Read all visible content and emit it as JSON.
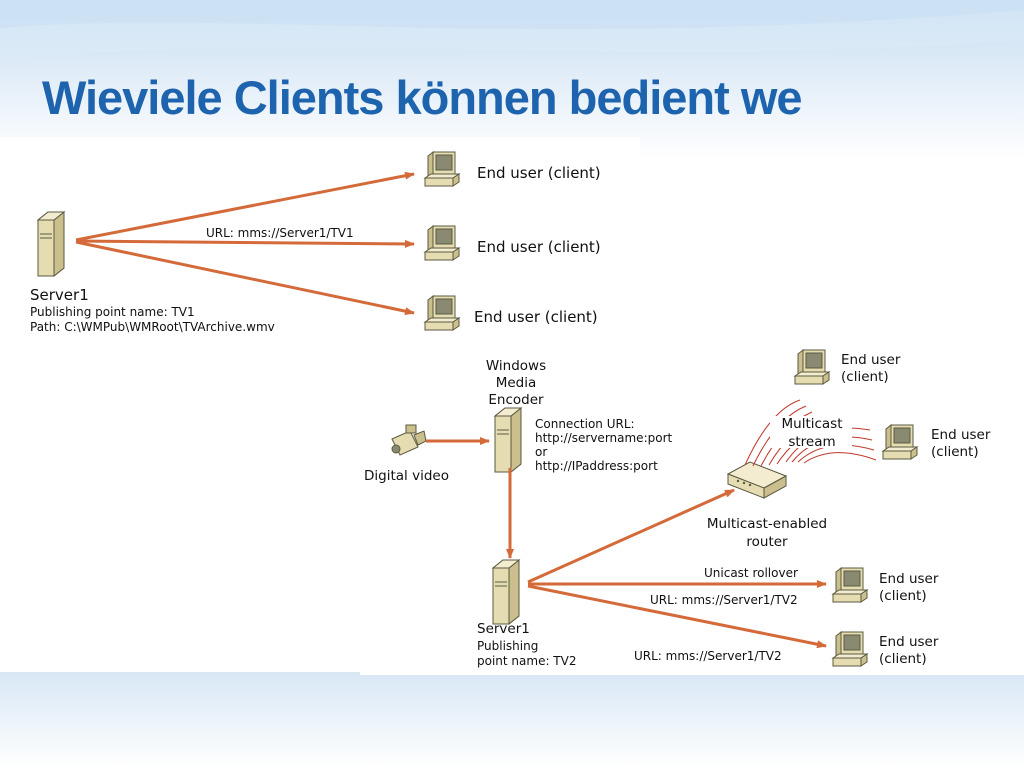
{
  "slide": {
    "title": "Wieviele Clients können bedient werden?"
  },
  "top_diagram": {
    "server_label": "Server1",
    "server_pub": "Publishing point name: TV1",
    "server_path": "Path: C:\\WMPub\\WMRoot\\TVArchive.wmv",
    "url_label": "URL: mms://Server1/TV1",
    "client_label": "End user (client)"
  },
  "bottom_diagram": {
    "encoder_line1": "Windows",
    "encoder_line2": "Media",
    "encoder_line3": "Encoder",
    "conn_line1": "Connection URL:",
    "conn_line2": "http://servername:port",
    "conn_line3": "or",
    "conn_line4": "http://IPaddress:port",
    "video_label": "Digital video",
    "multicast_line1": "Multicast",
    "multicast_line2": "stream",
    "router_line1": "Multicast-enabled",
    "router_line2": "router",
    "end_user": "End user",
    "client": "(client)",
    "unicast_label": "Unicast rollover",
    "url_tv2": "URL: mms://Server1/TV2",
    "server_label": "Server1",
    "pub_line1": "Publishing",
    "pub_line2": "point name: TV2"
  },
  "colors": {
    "title": "#1d63ad",
    "arrow": "#d46a3a",
    "device_fill": "#e6dcb2",
    "device_stroke": "#5a5a40",
    "wave": "#c0392b"
  }
}
